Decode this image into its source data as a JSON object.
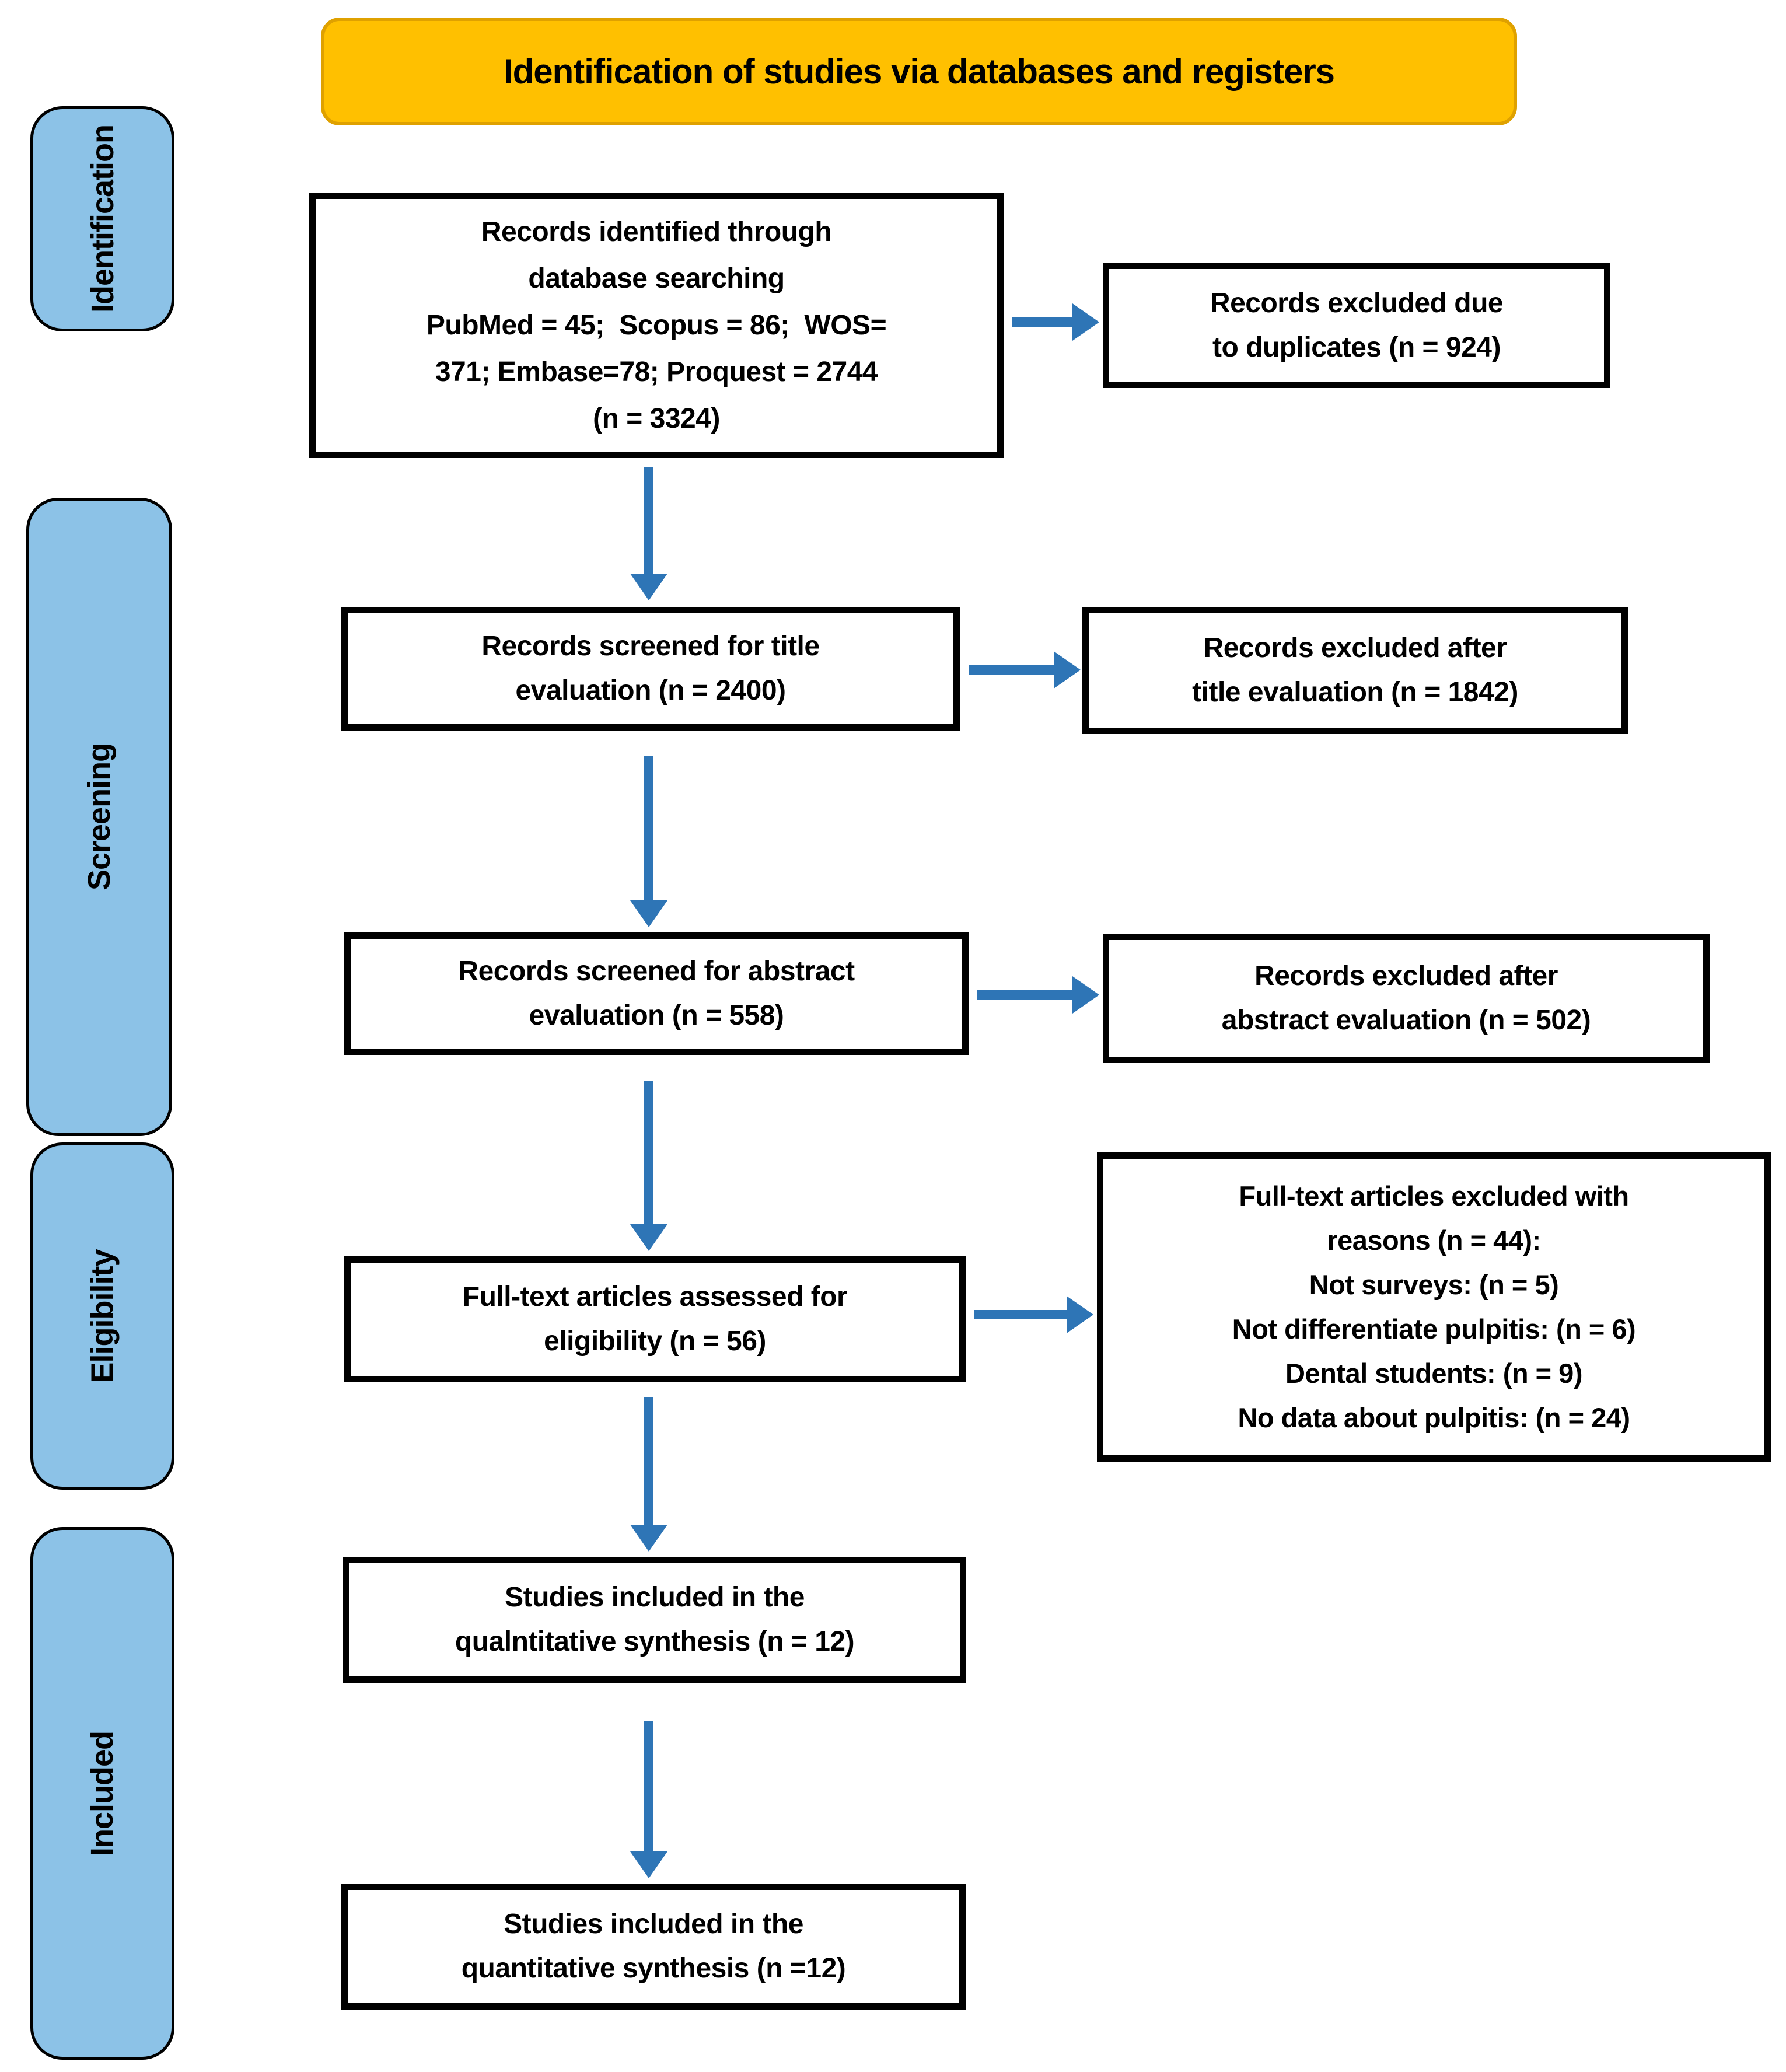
{
  "colors": {
    "banner_fill": "#FFC000",
    "banner_border": "#DFA100",
    "stage_fill": "#8CC2E7",
    "stage_border": "#000000",
    "box_fill": "#FFFFFF",
    "box_border": "#000000",
    "arrow": "#2E75B6",
    "text": "#000000"
  },
  "banner": {
    "text": "Identification of studies via databases and registers"
  },
  "stages": [
    {
      "label": "Identification"
    },
    {
      "label": "Screening"
    },
    {
      "label": "Eligibility"
    },
    {
      "label": "Included"
    }
  ],
  "boxes": {
    "records_identified": {
      "lines": [
        "Records identified through",
        "database searching",
        "PubMed = 45;  Scopus = 86;  WOS=",
        "371; Embase=78; Proquest = 2744",
        "(n = 3324)"
      ]
    },
    "excluded_duplicates": {
      "lines": [
        "Records excluded due",
        "to duplicates (n = 924)"
      ]
    },
    "screened_title": {
      "lines": [
        "Records screened for title",
        "evaluation (n = 2400)"
      ]
    },
    "excluded_title": {
      "lines": [
        "Records excluded after",
        "title evaluation (n = 1842)"
      ]
    },
    "screened_abstract": {
      "lines": [
        "Records screened for abstract",
        "evaluation (n = 558)"
      ]
    },
    "excluded_abstract": {
      "lines": [
        "Records excluded after",
        "abstract evaluation (n = 502)"
      ]
    },
    "fulltext_assessed": {
      "lines": [
        "Full-text articles assessed for",
        "eligibility (n = 56)"
      ]
    },
    "fulltext_excluded": {
      "lines": [
        "Full-text articles excluded with",
        "reasons (n = 44):",
        "Not surveys: (n = 5)",
        "Not differentiate pulpitis: (n = 6)",
        "Dental students: (n = 9)",
        "No data about pulpitis: (n = 24)"
      ]
    },
    "included_qualitative": {
      "lines": [
        "Studies included in the",
        "qualntitative synthesis (n = 12)"
      ]
    },
    "included_quantitative": {
      "lines": [
        "Studies included in the",
        "quantitative synthesis (n =12)"
      ]
    }
  }
}
